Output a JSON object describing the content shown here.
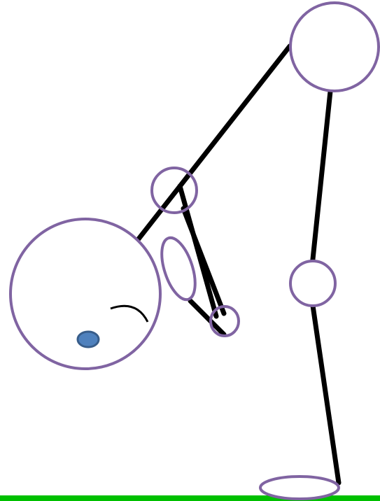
{
  "colors": {
    "background": "#ffffff",
    "joint_outline": "#8064a2",
    "limb": "#000000",
    "eye_fill": "#4f81bd",
    "eye_outline": "#385d8a",
    "ground": "#00c000"
  },
  "parts": [
    "head",
    "eye",
    "mouth",
    "torso",
    "shoulder-joint",
    "upper-arm",
    "forearm",
    "hand-joint",
    "hip-joint",
    "thigh",
    "knee-joint",
    "shin",
    "foot",
    "ground-line"
  ]
}
